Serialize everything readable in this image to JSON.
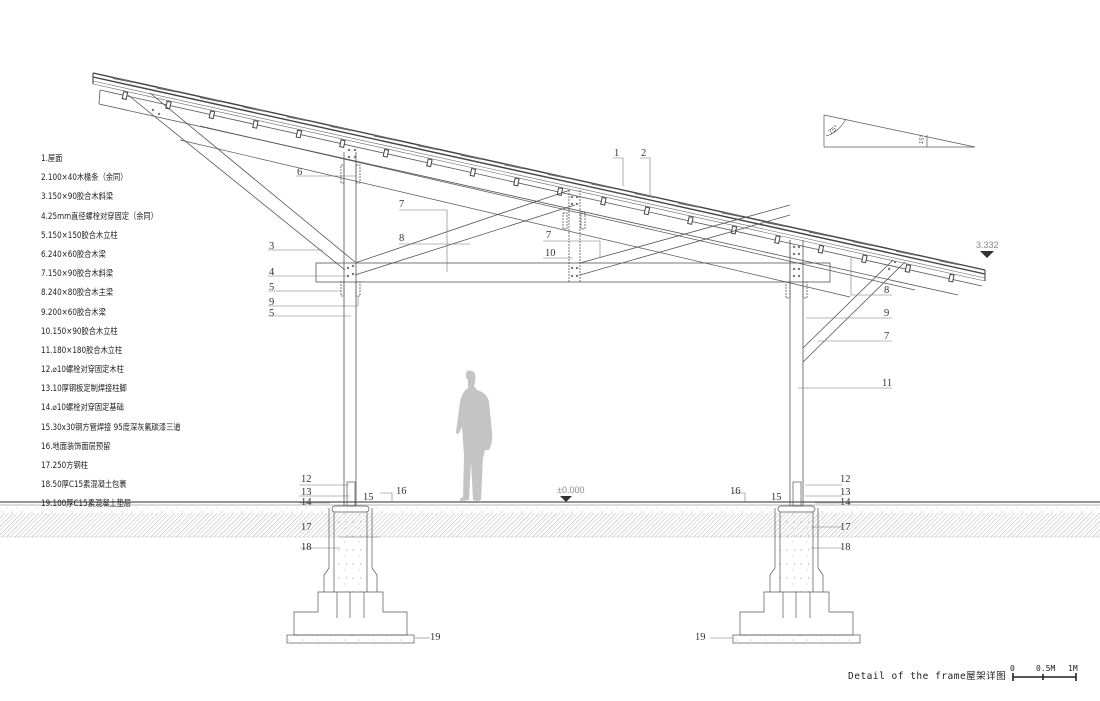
{
  "legend": {
    "items": [
      "1.屋面",
      "2.100×40木椽条（余同）",
      "3.150×90胶合木斜梁",
      "4.25mm直径螺栓对穿固定（余同）",
      "5.150×150胶合木立柱",
      "6.240×60胶合木梁",
      "7.150×90胶合木斜梁",
      "8.240×80胶合木主梁",
      "9.200×60胶合木梁",
      "10.150×90胶合木立柱",
      "11.180×180胶合木立柱",
      "12.⌀10螺栓对穿固定木柱",
      "13.10厚钢板定制焊接柱脚",
      "14.⌀10螺栓对穿固定基础",
      "15.30x30钢方管焊接 95度深灰氟碳漆三道",
      "16.地面装饰面层预留",
      "17.250方钢柱",
      "18.50厚C15素混凝土包裹",
      "19.100厚C15素混凝土垫层"
    ]
  },
  "title": {
    "text": "Detail of the frame屋架详图"
  },
  "scale_bar": {
    "labels": [
      "0",
      "0.5M",
      "1M"
    ]
  },
  "elevations": {
    "ground": "±0.000",
    "eave": "3.332"
  },
  "slope_diagram": {
    "angle_label": "75°",
    "rise_label": "15°"
  },
  "callouts": {
    "c1": "1",
    "c2": "2",
    "c3": "3",
    "c4": "4",
    "c5a": "5",
    "c5b": "5",
    "c6": "6",
    "c7a": "7",
    "c7b": "7",
    "c7c": "7",
    "c8a": "8",
    "c8b": "8",
    "c9a": "9",
    "c9b": "9",
    "c10": "10",
    "c11": "11",
    "c12a": "12",
    "c13a": "13",
    "c14a": "14",
    "c15a": "15",
    "c16a": "16",
    "c17a": "17",
    "c18a": "18",
    "c19a": "19",
    "c12b": "12",
    "c13b": "13",
    "c14b": "14",
    "c15b": "15",
    "c16b": "16",
    "c17b": "17",
    "c18b": "18",
    "c19b": "19"
  },
  "colors": {
    "line": "#555555",
    "hatch": "#9a9a9a",
    "figure": "#c4c4c4",
    "elev_marker": "#333333"
  }
}
